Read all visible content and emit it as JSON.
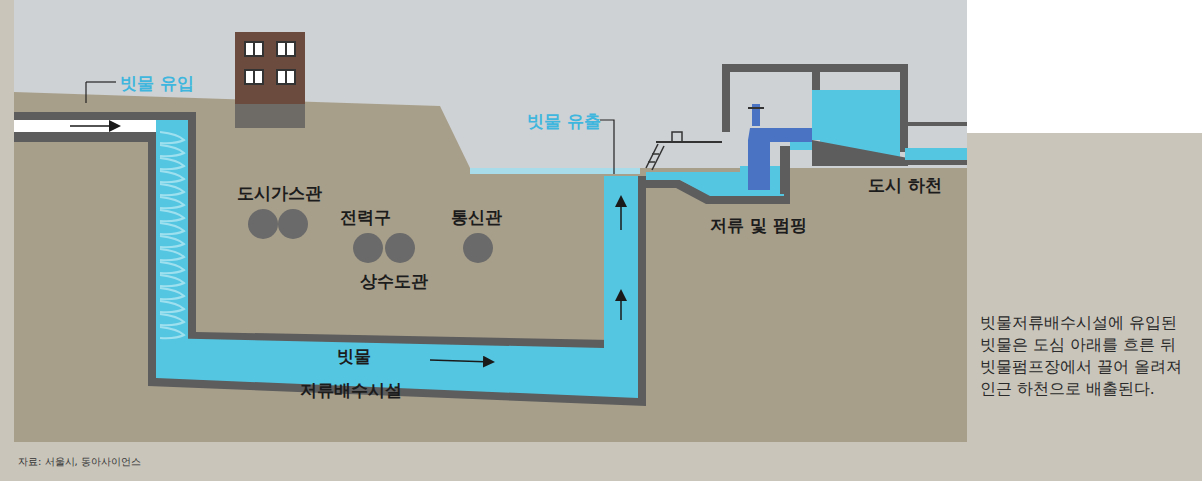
{
  "diagram": {
    "caption": "빗물저류배수시설에 유입된 빗물은 도심 아래를 흐른 뒤 빗물펌프장에서 끌어 올려져 인근 하천으로 배출된다.",
    "labels": [
      "빗물 유입",
      "도시가스관",
      "전력구",
      "통신관",
      "상수도관",
      "빗물 유출",
      "빗물",
      "저류배수시설",
      "저류 및 펌핑",
      "도시 하천",
      "자료: 서울시, 동아사이언스"
    ]
  }
}
